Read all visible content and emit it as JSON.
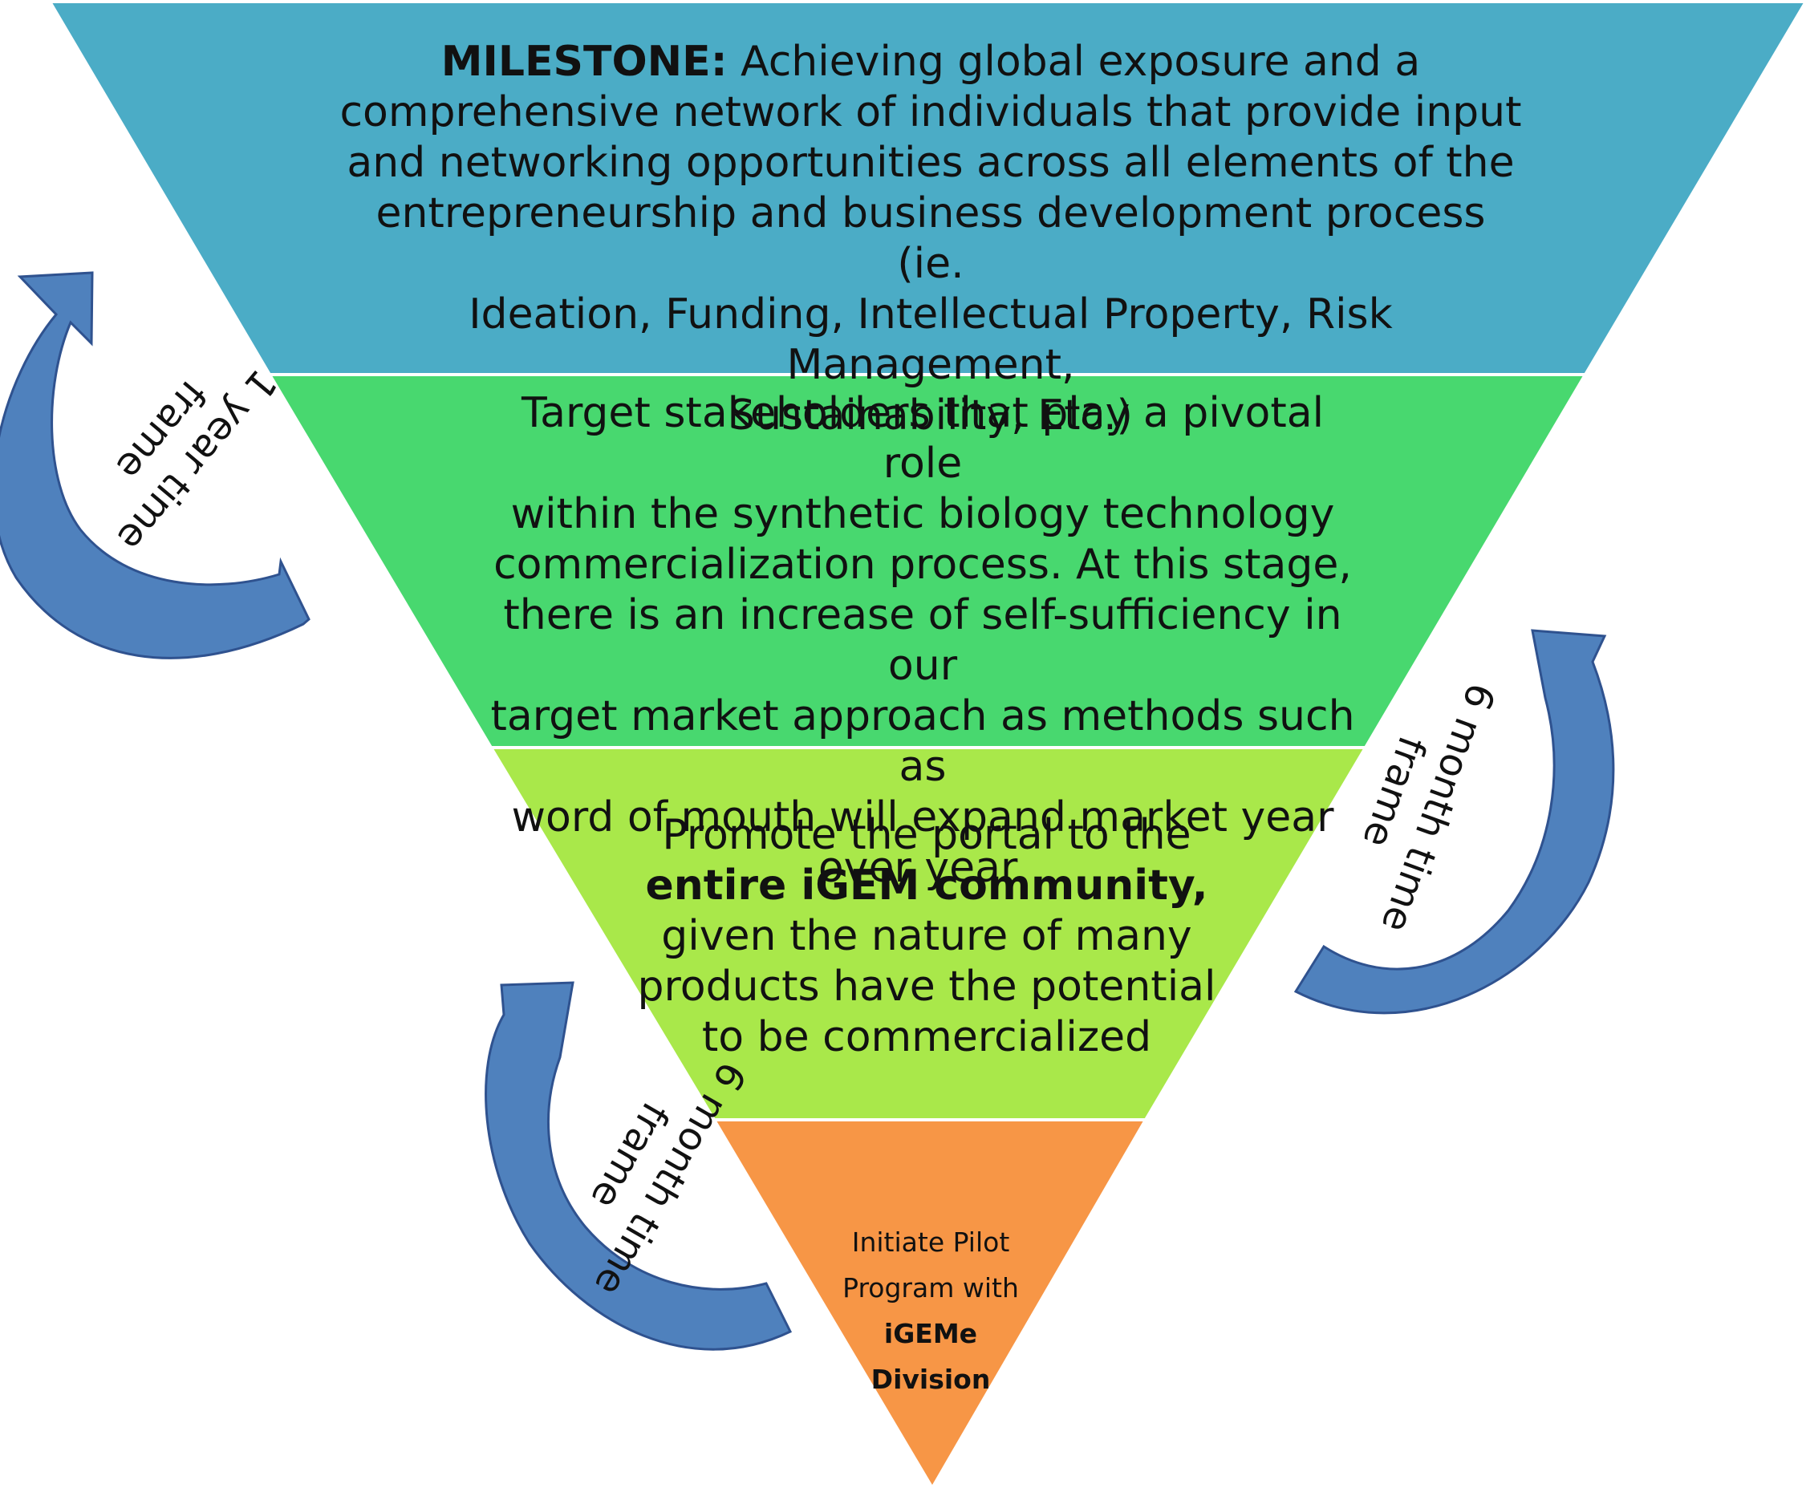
{
  "tiers": [
    {
      "id": "milestone",
      "color": "#4bacc6",
      "lead": "MILESTONE:",
      "lines": [
        " Achieving global exposure and a",
        "comprehensive network of individuals that provide input",
        "and networking opportunities across all elements of the",
        "entrepreneurship and business development process (ie.",
        "Ideation, Funding, Intellectual Property, Risk Management,",
        "Sustainability, Etc.)"
      ]
    },
    {
      "id": "stakeholders",
      "color": "#48d86f",
      "lines": [
        "Target stakeholders that play a pivotal role",
        "within the synthetic biology technology",
        "commercialization process. At this stage,",
        "there is an increase of self-sufficiency in our",
        "target market approach as methods such as",
        "word of mouth will expand market year",
        "over year."
      ]
    },
    {
      "id": "promote",
      "color": "#a9e84a",
      "line1": "Promote the portal to the",
      "bold": "entire iGEM community,",
      "line3": "given the nature of many",
      "line4": "products have the potential",
      "line5": "to be commercialized"
    },
    {
      "id": "pilot",
      "color": "#f79646",
      "line1": "Initiate Pilot",
      "line2": "Program with",
      "bold1": "iGEMe",
      "bold2": "Division"
    }
  ],
  "timeframes": {
    "upper_left": {
      "line1": "1 year time",
      "line2": "frame"
    },
    "right": {
      "line1": "6 month time",
      "line2": "frame"
    },
    "lower_left": {
      "line1": "6 month time",
      "line2": "frame"
    }
  },
  "arrow_color": "#4f81bd",
  "arrow_outline": "#2f528f"
}
